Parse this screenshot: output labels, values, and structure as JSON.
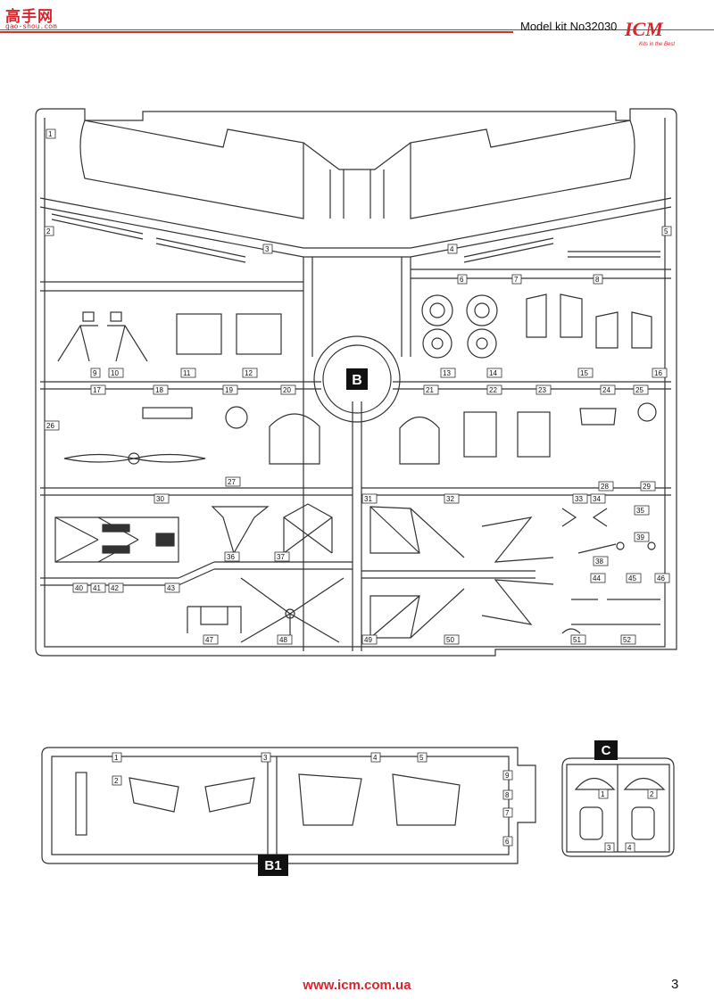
{
  "header": {
    "site_logo": "高手网",
    "site_url": "gao-shou.com",
    "kit_title": "Model kit No32030",
    "brand": "ICM",
    "brand_tagline": "Kits in the Best"
  },
  "sprues": {
    "main": {
      "tag": "B",
      "labels": [
        "1",
        "2",
        "3",
        "4",
        "5",
        "6",
        "7",
        "8",
        "9",
        "10",
        "11",
        "12",
        "13",
        "14",
        "15",
        "16",
        "17",
        "18",
        "19",
        "20",
        "21",
        "22",
        "23",
        "24",
        "25",
        "26",
        "27",
        "28",
        "29",
        "30",
        "31",
        "32",
        "33",
        "34",
        "35",
        "36",
        "37",
        "38",
        "39",
        "40",
        "41",
        "42",
        "43",
        "44",
        "45",
        "46",
        "47",
        "48",
        "49",
        "50",
        "51",
        "52"
      ]
    },
    "b1": {
      "tag": "B1",
      "labels": [
        "1",
        "2",
        "3",
        "4",
        "5",
        "6",
        "7",
        "8",
        "9"
      ]
    },
    "c": {
      "tag": "C",
      "labels": [
        "1",
        "2",
        "3",
        "4"
      ]
    }
  },
  "footer": {
    "url": "www.icm.com.ua",
    "page_number": "3"
  },
  "colors": {
    "accent": "#d6262d",
    "line": "#333333"
  }
}
